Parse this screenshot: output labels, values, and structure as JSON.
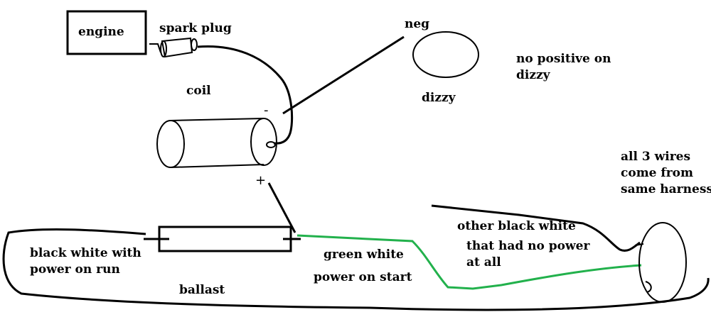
{
  "labels": {
    "engine": "engine",
    "spark_plug": "spark plug",
    "coil": "coil",
    "neg": "neg",
    "dizzy": "dizzy",
    "no_positive_line1": "no positive on",
    "no_positive_line2": "dizzy",
    "coil_minus": "-",
    "coil_plus": "+",
    "all3_line1": "all 3 wires",
    "all3_line2": "come from",
    "all3_line3": "same harness",
    "other_bw_line1": "other black white",
    "other_bw_line2": "that had no power",
    "other_bw_line3": "at all",
    "bw_run_line1": "black white with",
    "bw_run_line2": "power on run",
    "ballast": "ballast",
    "green_white": "green white",
    "power_on_start": "power on start"
  },
  "colors": {
    "ink": "#000000",
    "green_wire": "#22b14c",
    "background": "#ffffff"
  }
}
